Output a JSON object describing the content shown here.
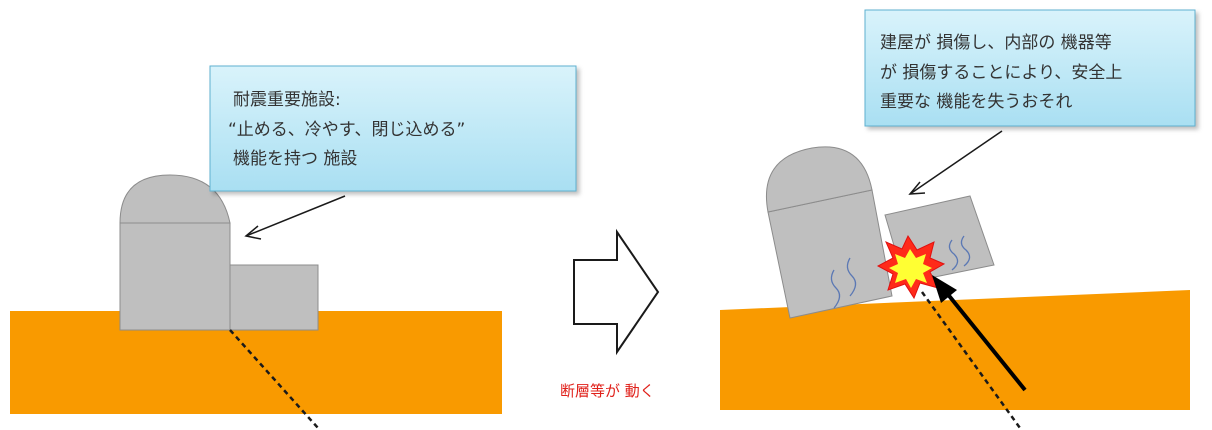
{
  "callout_left": {
    "lines": [
      "耐震重要施設:",
      "“止める、冷やす、閉じ込める”",
      "機能を持つ 施設"
    ]
  },
  "callout_right": {
    "lines": [
      "建屋が 損傷し、内部の 機器等",
      "が 損傷することにより、安全上",
      "重要な 機能を失うおそれ"
    ]
  },
  "caption": "断層等が 動く",
  "colors": {
    "ground": "#f99a00",
    "building": "#bfbfbf",
    "building_stroke": "#8c8c8c",
    "callout_fill": "#b7e6f5",
    "callout_stroke": "#5fb1d0",
    "caption": "#e0201a",
    "burst_outer": "#ff2a1a",
    "burst_inner": "#ffff33",
    "crack": "#5b78b4"
  }
}
